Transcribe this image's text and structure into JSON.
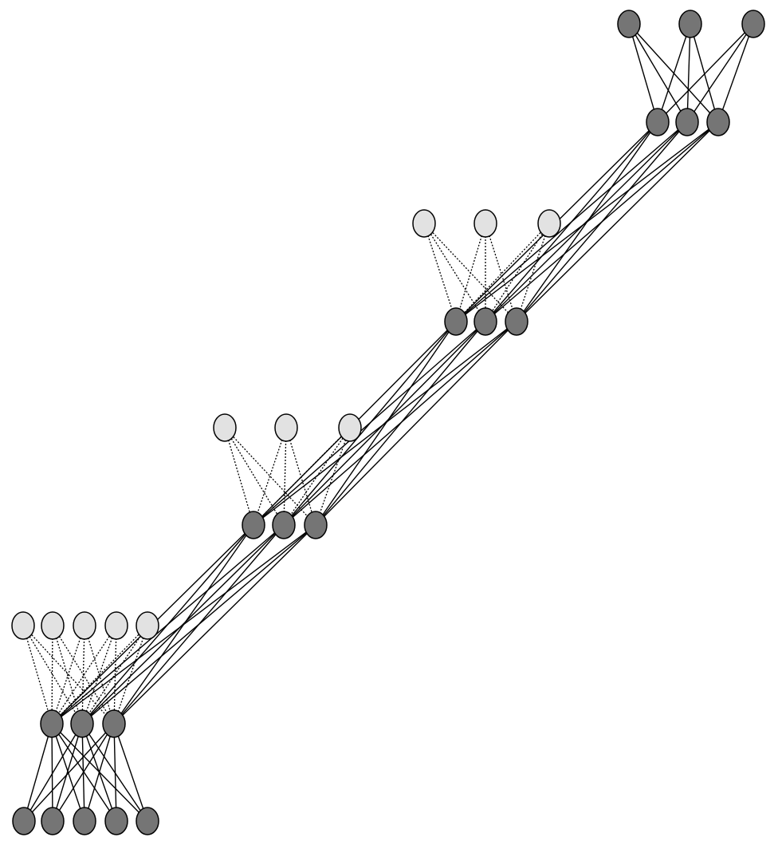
{
  "diagram": {
    "type": "layered-network",
    "colors": {
      "dark_node": "#757575",
      "light_node": "#e2e2e2",
      "edge": "#000000",
      "background": "#ffffff"
    },
    "edge_styles": {
      "solid": "solid",
      "dotted": "dotted"
    },
    "groups": [
      {
        "id": "top-outputs",
        "fill": "dark",
        "count": 3
      },
      {
        "id": "hidden-4",
        "fill": "dark",
        "count": 3
      },
      {
        "id": "inputs-3",
        "fill": "light",
        "count": 3
      },
      {
        "id": "hidden-3",
        "fill": "dark",
        "count": 3
      },
      {
        "id": "inputs-2",
        "fill": "light",
        "count": 3
      },
      {
        "id": "hidden-2",
        "fill": "dark",
        "count": 3
      },
      {
        "id": "inputs-1",
        "fill": "light",
        "count": 5
      },
      {
        "id": "hidden-1",
        "fill": "dark",
        "count": 3
      },
      {
        "id": "bottom-outputs",
        "fill": "dark",
        "count": 5
      }
    ],
    "connections": [
      {
        "from": "top-outputs",
        "to": "hidden-4",
        "style": "solid",
        "pattern": "fully-connected"
      },
      {
        "from": "hidden-4",
        "to": "hidden-3",
        "style": "solid",
        "pattern": "fully-connected"
      },
      {
        "from": "inputs-3",
        "to": "hidden-3",
        "style": "dotted",
        "pattern": "fully-connected"
      },
      {
        "from": "hidden-3",
        "to": "hidden-2",
        "style": "solid",
        "pattern": "fully-connected"
      },
      {
        "from": "inputs-2",
        "to": "hidden-2",
        "style": "dotted",
        "pattern": "fully-connected"
      },
      {
        "from": "hidden-2",
        "to": "hidden-1",
        "style": "solid",
        "pattern": "fully-connected"
      },
      {
        "from": "inputs-1",
        "to": "hidden-1",
        "style": "dotted",
        "pattern": "fully-connected"
      },
      {
        "from": "hidden-1",
        "to": "bottom-outputs",
        "style": "solid",
        "pattern": "fully-connected"
      }
    ]
  }
}
